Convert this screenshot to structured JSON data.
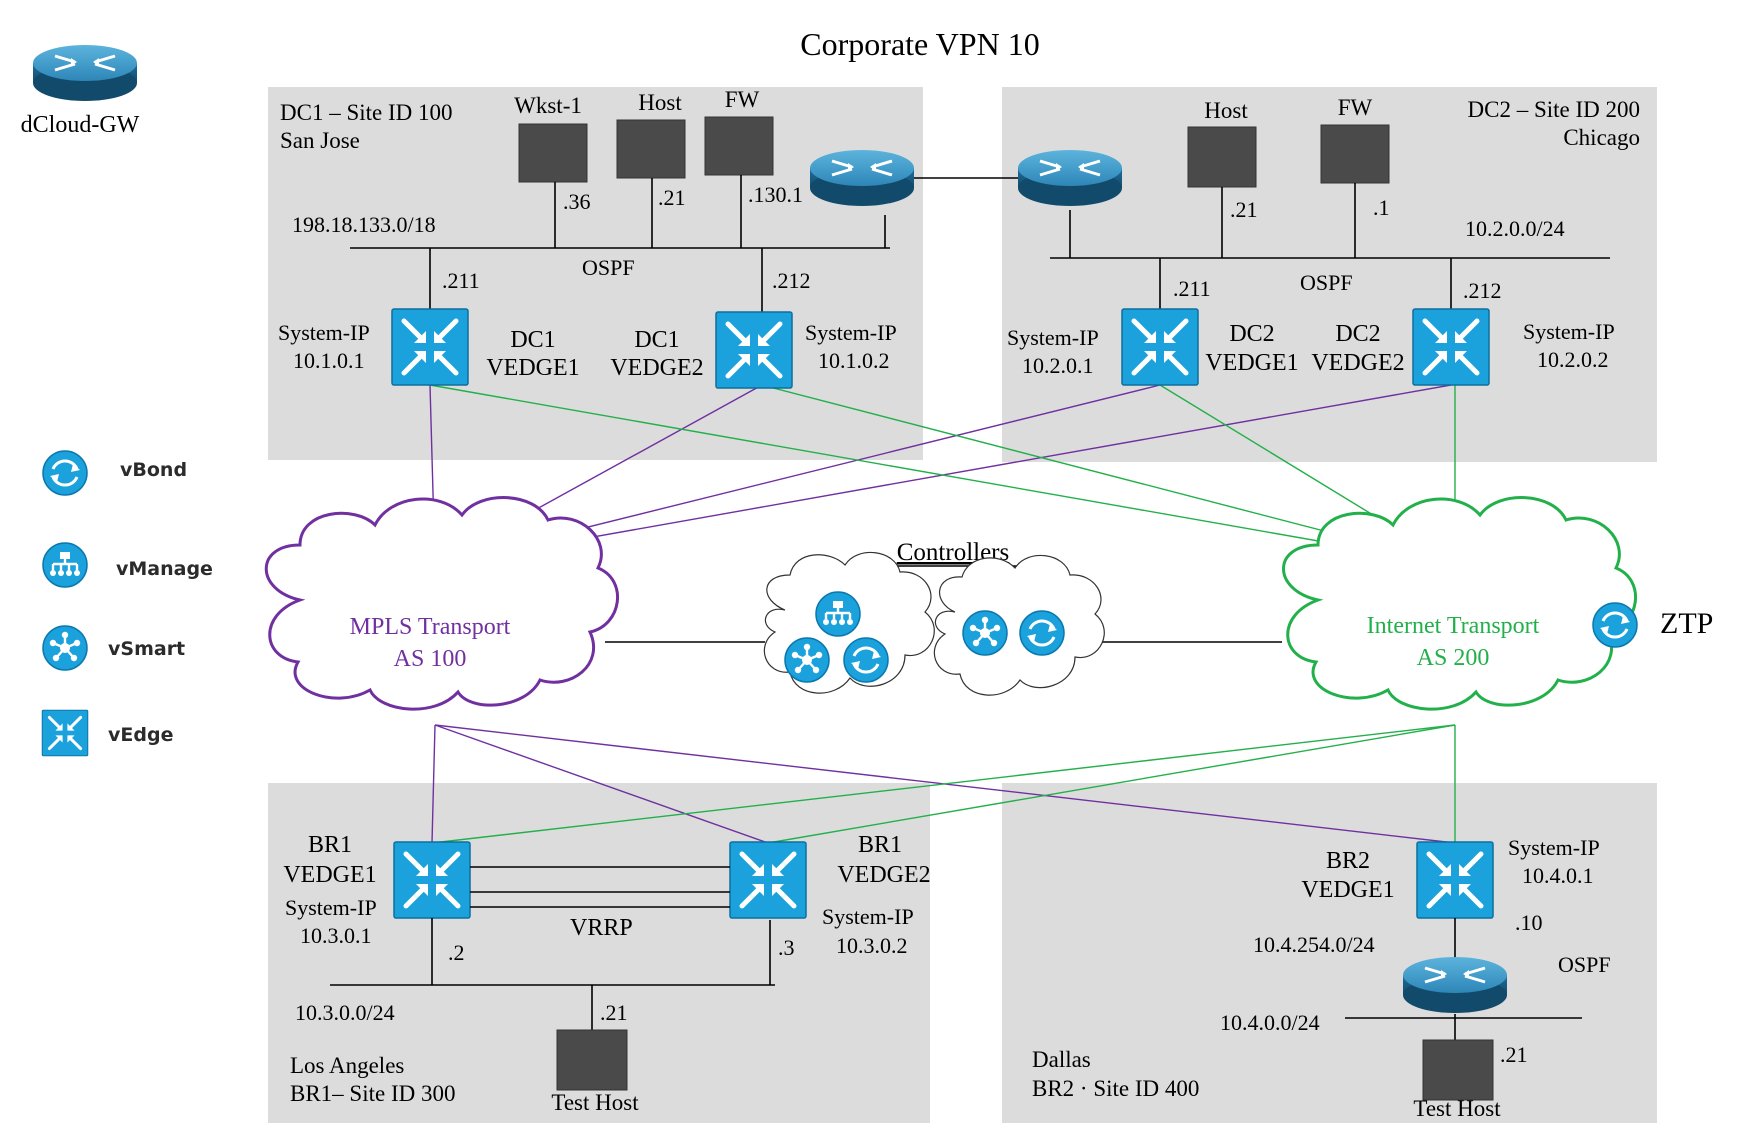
{
  "title": "Corporate VPN 10",
  "legend": {
    "gateway": "dCloud-GW",
    "vbond": "vBond",
    "vmanage": "vManage",
    "vsmart": "vSmart",
    "vedge": "vEdge"
  },
  "dc1": {
    "site_line1": "DC1 – Site ID 100",
    "site_line2": "San Jose",
    "hosts": [
      "Wkst-1",
      "Host",
      "FW"
    ],
    "host_ips": [
      ".36",
      ".21",
      ".130.1"
    ],
    "subnet": "198.18.133.0/18",
    "protocol": "OSPF",
    "edge1": {
      "lan_ip": ".211",
      "sysip_label": "System-IP",
      "sysip": "10.1.0.1",
      "name1": "DC1",
      "name2": "VEDGE1"
    },
    "edge2": {
      "lan_ip": ".212",
      "sysip_label": "System-IP",
      "sysip": "10.1.0.2",
      "name1": "DC1",
      "name2": "VEDGE2"
    }
  },
  "dc2": {
    "site_line1": "DC2 – Site ID 200",
    "site_line2": "Chicago",
    "hosts": [
      "Host",
      "FW"
    ],
    "host_ips": [
      ".21",
      ".1"
    ],
    "subnet": "10.2.0.0/24",
    "protocol": "OSPF",
    "edge1": {
      "lan_ip": ".211",
      "sysip_label": "System-IP",
      "sysip": "10.2.0.1",
      "name1": "DC2",
      "name2": "VEDGE1"
    },
    "edge2": {
      "lan_ip": ".212",
      "sysip_label": "System-IP",
      "sysip": "10.2.0.2",
      "name1": "DC2",
      "name2": "VEDGE2"
    }
  },
  "transports": {
    "mpls_line1": "MPLS Transport",
    "mpls_line2": "AS 100",
    "inet_line1": "Internet Transport",
    "inet_line2": "AS 200",
    "controllers": "Controllers",
    "ztp": "ZTP"
  },
  "br1": {
    "site_line1": "Los Angeles",
    "site_line2": "BR1– Site ID 300",
    "subnet": "10.3.0.0/24",
    "protocol": "VRRP",
    "host": "Test Host",
    "host_ip": ".21",
    "edge1": {
      "name1": "BR1",
      "name2": "VEDGE1",
      "sysip_label": "System-IP",
      "sysip": "10.3.0.1",
      "lan_ip": ".2"
    },
    "edge2": {
      "name1": "BR1",
      "name2": "VEDGE2",
      "sysip_label": "System-IP",
      "sysip": "10.3.0.2",
      "lan_ip": ".3"
    }
  },
  "br2": {
    "site_line1": "Dallas",
    "site_line2": "BR2  · Site ID 400",
    "transit_subnet": "10.4.254.0/24",
    "lan_subnet": "10.4.0.0/24",
    "protocol": "OSPF",
    "host": "Test Host",
    "host_ip": ".21",
    "edge1": {
      "name1": "BR2",
      "name2": "VEDGE1",
      "sysip_label": "System-IP",
      "sysip": "10.4.0.1",
      "wan_ip": ".10"
    }
  },
  "colors": {
    "mpls": "#7030a0",
    "internet": "#22b04a",
    "device": "#1ba1dc",
    "region": "#dcdcdc"
  }
}
